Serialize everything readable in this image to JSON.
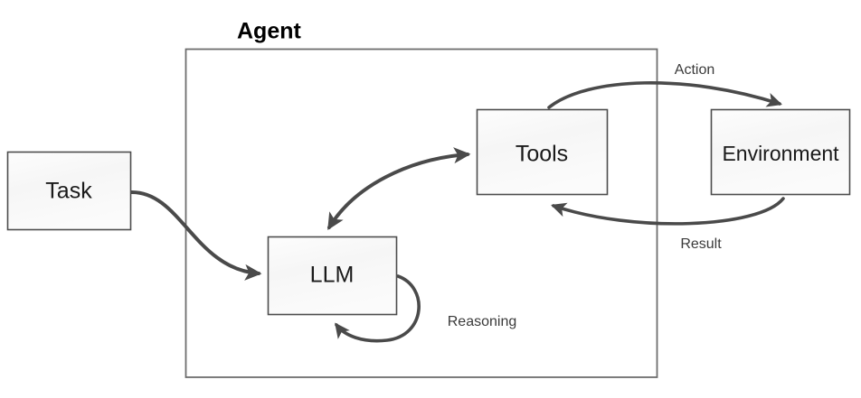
{
  "diagram": {
    "title": "Agent",
    "group": {
      "label": "Agent",
      "name": "agent-boundary"
    },
    "nodes": [
      {
        "id": "task",
        "label": "Task"
      },
      {
        "id": "llm",
        "label": "LLM"
      },
      {
        "id": "tools",
        "label": "Tools"
      },
      {
        "id": "environment",
        "label": "Environment"
      }
    ],
    "edges": [
      {
        "id": "task-to-llm",
        "label": "",
        "from": "task",
        "to": "llm",
        "arrows": "end"
      },
      {
        "id": "llm-tools",
        "label": "",
        "from": "llm",
        "to": "tools",
        "arrows": "both"
      },
      {
        "id": "llm-self",
        "label": "Reasoning",
        "from": "llm",
        "to": "llm",
        "arrows": "end"
      },
      {
        "id": "tools-to-environment",
        "label": "Action",
        "from": "tools",
        "to": "environment",
        "arrows": "end"
      },
      {
        "id": "environment-to-tools",
        "label": "Result",
        "from": "environment",
        "to": "tools",
        "arrows": "end"
      }
    ],
    "colors": {
      "box_fill": "#f7f7f7",
      "box_stroke": "#4d4d4d",
      "group_stroke": "#6e6e6e",
      "arrow": "#4a4a4a",
      "text": "#1a1a1a",
      "edge_label_text": "#3a3a3a",
      "background": "#ffffff"
    }
  }
}
